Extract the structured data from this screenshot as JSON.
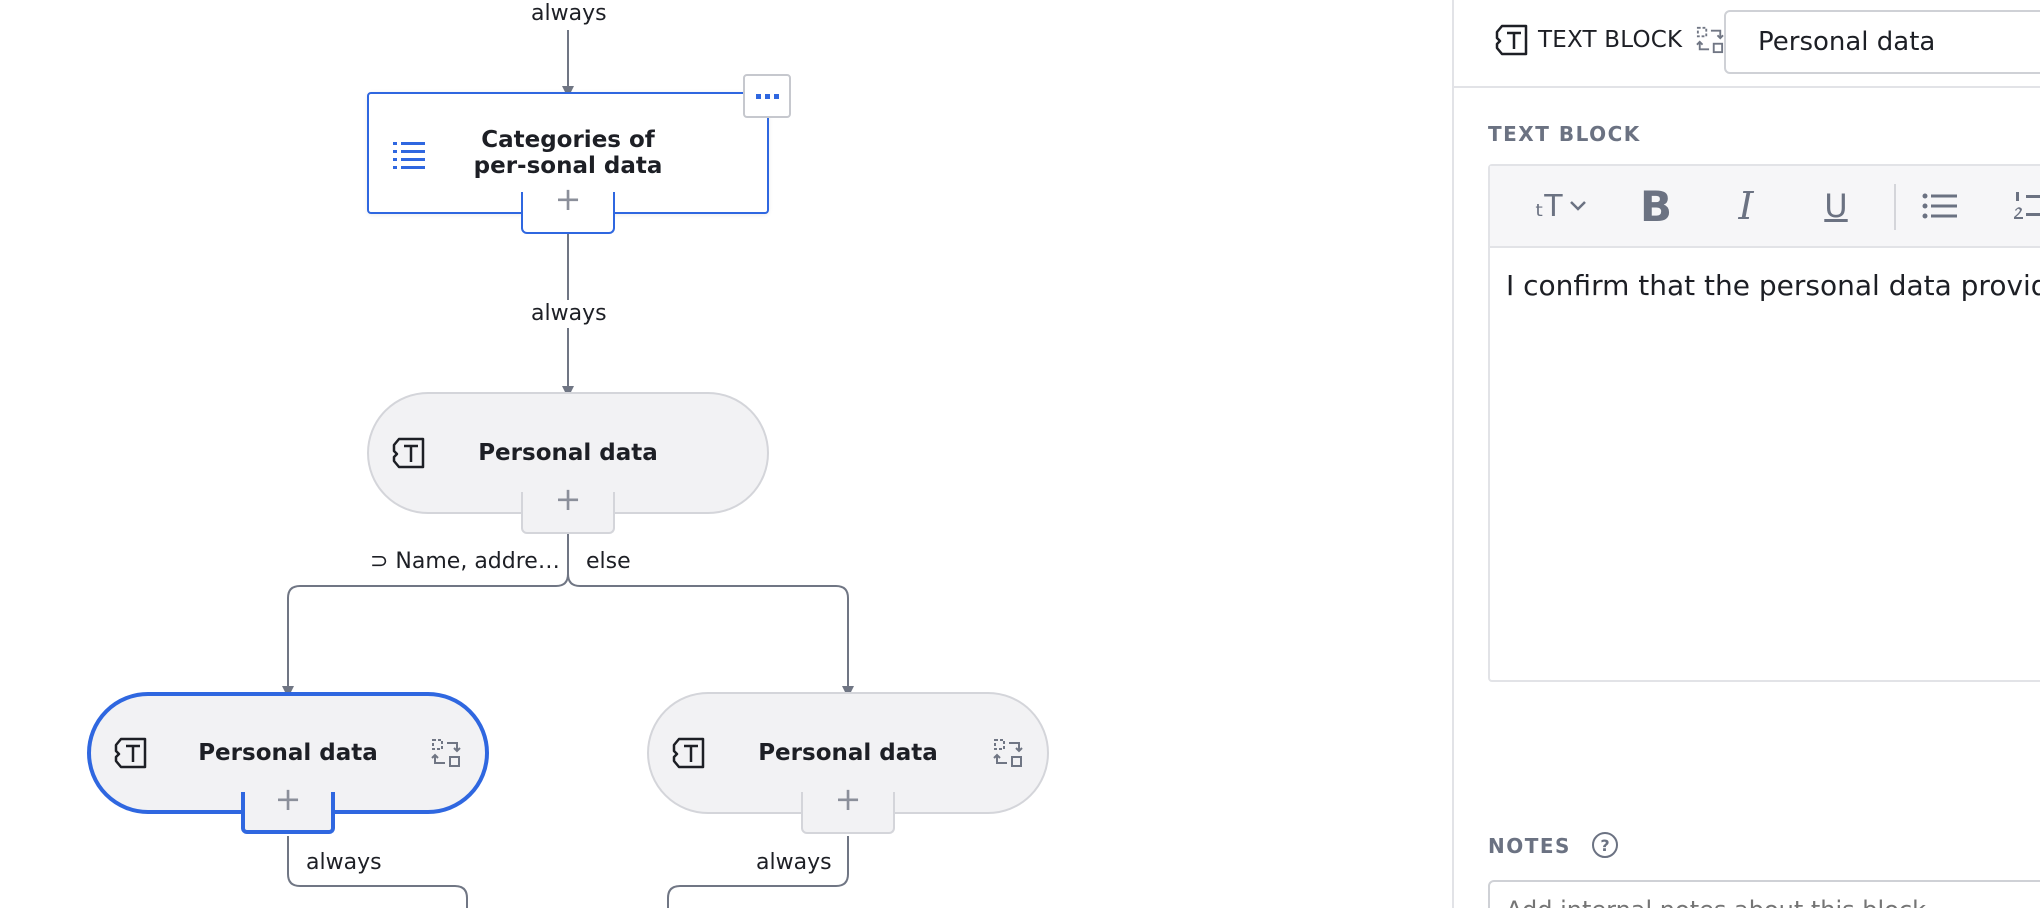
{
  "canvas": {
    "edges": {
      "top_label": "always",
      "after_categories_label": "always",
      "branch_condition_label": "⊃ Name, addre…",
      "branch_else_label": "else",
      "left_child_label": "always",
      "right_child_label": "always"
    },
    "nodes": {
      "categories": {
        "title": "Categories of per-sonal data"
      },
      "personal_main": {
        "title": "Personal data"
      },
      "personal_left": {
        "title": "Personal data"
      },
      "personal_right": {
        "title": "Personal data"
      }
    },
    "add_symbol": "+"
  },
  "panel": {
    "header": {
      "type_label": "TEXT BLOCK",
      "name_value": "Personal data"
    },
    "text_block_label": "TEXT BLOCK",
    "toolbar": {
      "font_size_label": "ₜT",
      "bold_label": "B",
      "italic_label": "I",
      "underline_label": "U"
    },
    "editor_text": "I confirm that the personal data provided is accurate",
    "notes_label": "NOTES",
    "notes_help": "?",
    "notes_placeholder": "Add internal notes about this block"
  },
  "colors": {
    "accent": "#2f67e0",
    "node_fill": "#f2f2f4",
    "edge": "#707684",
    "label_gray": "#6b7282"
  }
}
